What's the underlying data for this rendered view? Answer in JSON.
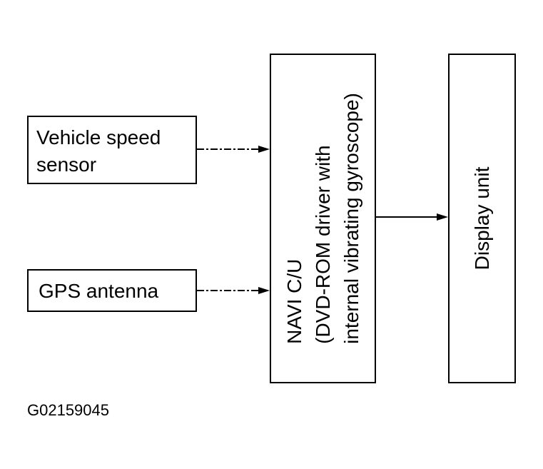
{
  "blocks": {
    "speed_sensor": {
      "line1": "Vehicle speed",
      "line2": "sensor"
    },
    "gps_antenna": {
      "label": "GPS antenna"
    },
    "navi_cu": {
      "line1": "NAVI C/U",
      "line2": "(DVD-ROM driver with",
      "line3": "internal vibrating gyroscope)"
    },
    "display_unit": {
      "label": "Display unit"
    }
  },
  "figure_id": "G02159045"
}
